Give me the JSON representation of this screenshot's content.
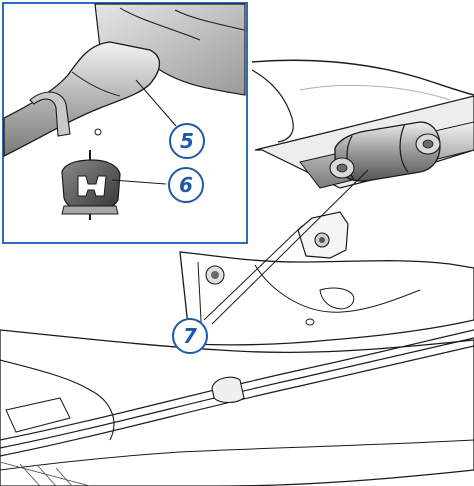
{
  "colors": {
    "accent": "#1e5aa8",
    "line": "#1a1a1a",
    "panel_border": "#2a6cc0",
    "background": "#ffffff"
  },
  "callouts": [
    {
      "label": "5",
      "part": "exhaust-pipe"
    },
    {
      "label": "6",
      "part": "rubber-mount"
    },
    {
      "label": "7",
      "part": "pipe-clamp"
    }
  ]
}
